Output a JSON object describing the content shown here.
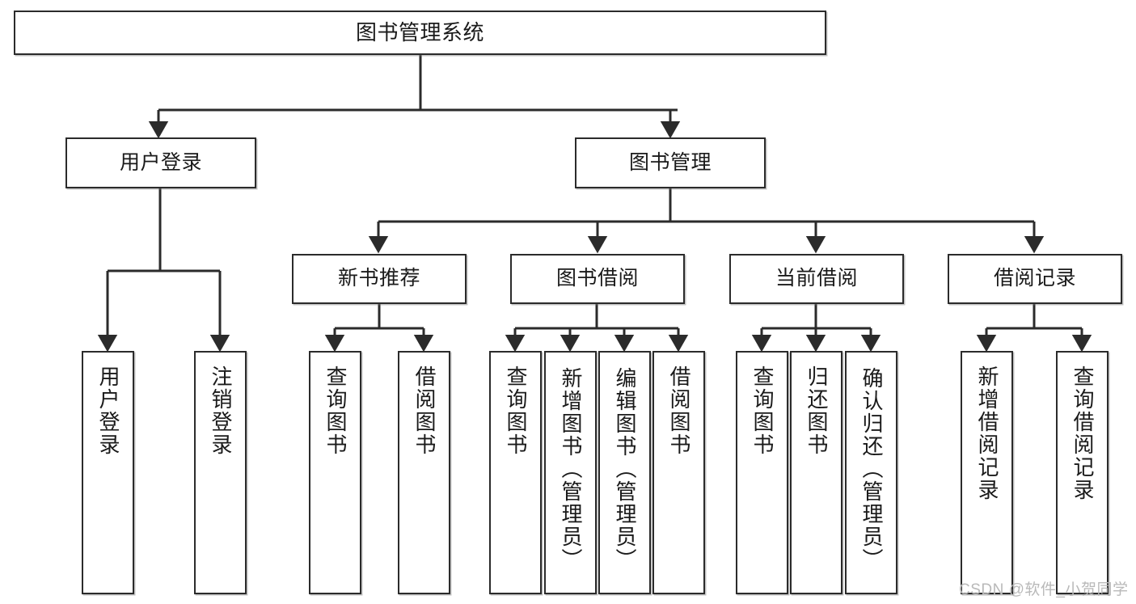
{
  "diagram": {
    "title": "图书管理系统",
    "watermark": "CSDN @软件_小贺同学",
    "levels": {
      "root": {
        "label": "图书管理系统"
      },
      "level2": [
        {
          "label": "用户登录"
        },
        {
          "label": "图书管理"
        }
      ],
      "level3": [
        {
          "label": "新书推荐"
        },
        {
          "label": "图书借阅"
        },
        {
          "label": "当前借阅"
        },
        {
          "label": "借阅记录"
        }
      ],
      "leaves": {
        "user_login": [
          {
            "label": "用户登录"
          },
          {
            "label": "注销登录"
          }
        ],
        "new_book_recommend": [
          {
            "label": "查询图书"
          },
          {
            "label": "借阅图书"
          }
        ],
        "book_borrow": [
          {
            "label": "查询图书"
          },
          {
            "label": "新增图书（管理员）"
          },
          {
            "label": "编辑图书（管理员）"
          },
          {
            "label": "借阅图书"
          }
        ],
        "current_borrow": [
          {
            "label": "查询图书"
          },
          {
            "label": "归还图书"
          },
          {
            "label": "确认归还（管理员）"
          }
        ],
        "borrow_record": [
          {
            "label": "新增借阅记录"
          },
          {
            "label": "查询借阅记录"
          }
        ]
      }
    },
    "colors": {
      "stroke": "#2b2b2b",
      "fill": "#ffffff",
      "text": "#1a1a1a",
      "watermark": "#b9b9b9"
    }
  }
}
